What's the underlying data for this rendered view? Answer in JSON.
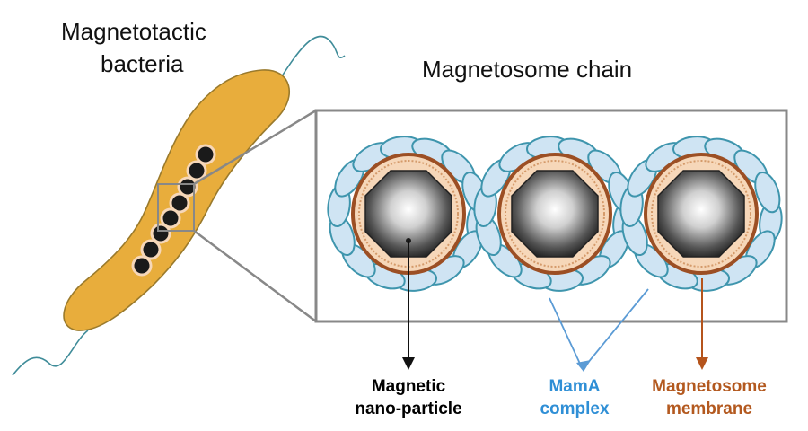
{
  "labels": {
    "bacteria_line1": "Magnetotactic",
    "bacteria_line2": "bacteria",
    "chain_title": "Magnetosome  chain",
    "nanoparticle_line1": "Magnetic",
    "nanoparticle_line2": "nano-particle",
    "mama_line1": "MamA",
    "mama_line2": "complex",
    "membrane_line1": "Magnetosome",
    "membrane_line2": "membrane"
  },
  "colors": {
    "bacteria_fill": "#e8ad3c",
    "bacteria_outline": "#9a7a2c",
    "flagellum": "#3f8c99",
    "mama_fill": "#cfe4f3",
    "mama_stroke": "#3e95ad",
    "membrane": "#9c4f24",
    "membrane_inner": "#f6d7b9",
    "particle_dark": "#1a1a1a",
    "frame": "#888888",
    "label_black": "#000000",
    "label_blue": "#2f8fd6",
    "label_brown": "#b3591f",
    "arrow_black": "#111111",
    "arrow_blue": "#5b9bd5",
    "arrow_brown": "#b5541c"
  }
}
